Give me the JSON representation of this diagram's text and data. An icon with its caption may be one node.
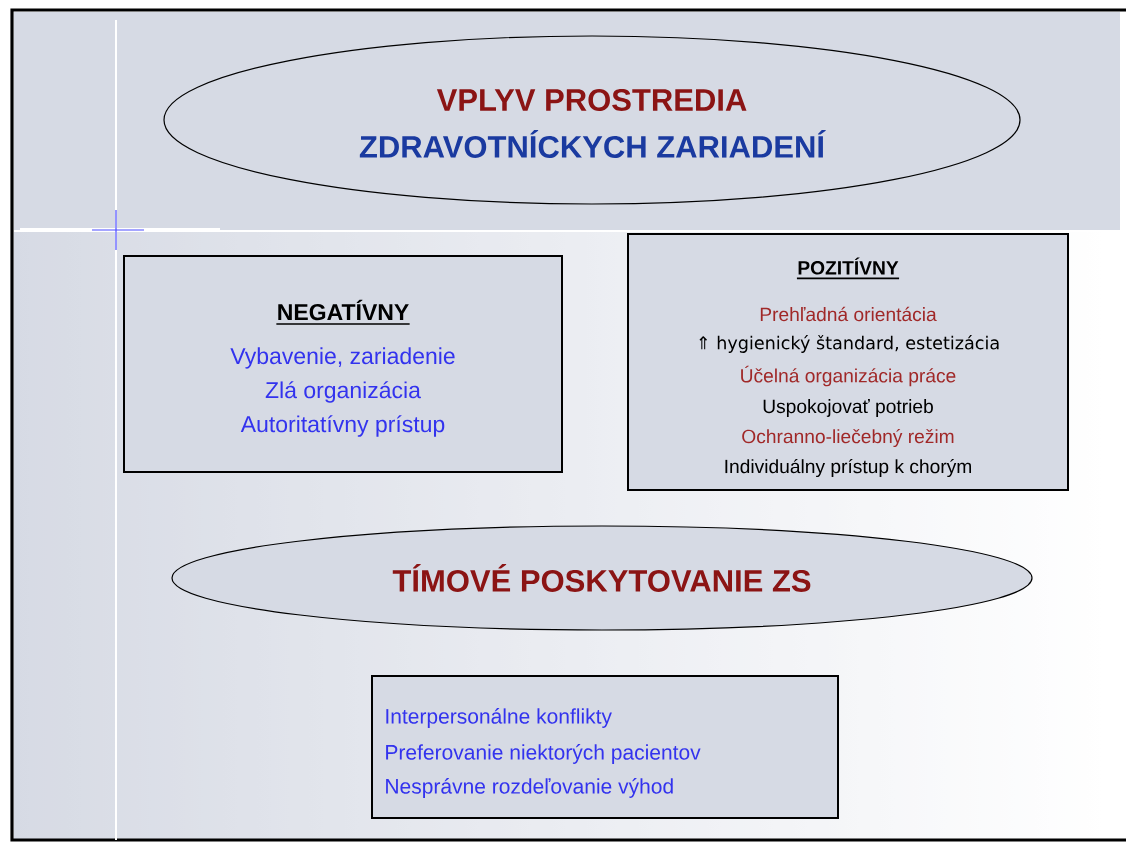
{
  "diagram": {
    "nodes": [
      {
        "text": [
          "VPLYV PROSTREDIA",
          "ZDRAVOTNÍCKYCH ZARIADENÍ"
        ]
      },
      {
        "text": [
          "NEGATÍVNY",
          "Vybavenie, zariadenie",
          "Zlá organizácia",
          "Autoritatívny prístup"
        ]
      },
      {
        "text": [
          "POZITÍVNY",
          "Prehľadná orientácia",
          "⇑ hygienický štandard, estetizácia",
          "Účelná organizácia práce",
          "Uspokojovať potrieb",
          "Ochranno-liečebný režim",
          "Individuálny prístup k chorým"
        ]
      },
      {
        "text": [
          "TÍMOVÉ POSKYTOVANIE ZS"
        ]
      },
      {
        "text": [
          "Interpersonálne konflikty",
          "Preferovanie niektorých pacientov",
          "Nesprávne rozdeľovanie výhod"
        ]
      }
    ]
  }
}
